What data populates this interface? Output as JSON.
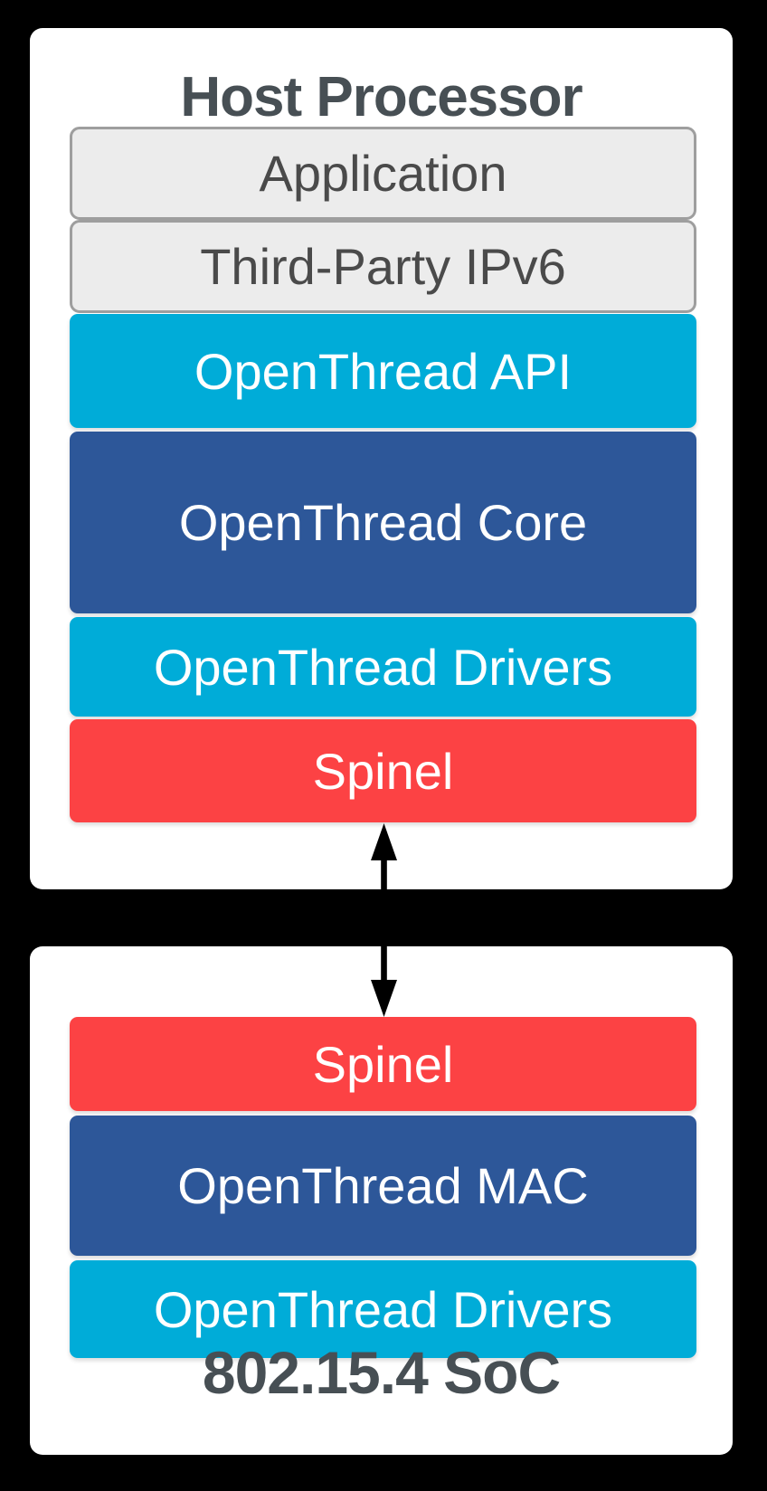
{
  "diagram": {
    "host_card": {
      "title": "Host Processor",
      "layers": [
        {
          "label": "Application",
          "type": "gray"
        },
        {
          "label": "Third-Party IPv6",
          "type": "gray"
        },
        {
          "label": "OpenThread API",
          "type": "cyan"
        },
        {
          "label": "OpenThread Core",
          "type": "blue"
        },
        {
          "label": "OpenThread Drivers",
          "type": "cyan"
        },
        {
          "label": "Spinel",
          "type": "red"
        }
      ]
    },
    "connector": {
      "type": "double-headed-vertical-arrow",
      "connects": [
        "Spinel (Host Processor)",
        "Spinel (802.15.4 SoC)"
      ]
    },
    "soc_card": {
      "title": "802.15.4 SoC",
      "layers": [
        {
          "label": "Spinel",
          "type": "red"
        },
        {
          "label": "OpenThread MAC",
          "type": "blue"
        },
        {
          "label": "OpenThread Drivers",
          "type": "cyan"
        }
      ]
    }
  },
  "colors": {
    "page_bg": "#000000",
    "card_bg": "#FFFFFF",
    "cyan": "#00ACD8",
    "blue": "#2D5799",
    "red": "#FC4244",
    "gray_fill": "#ECECEC",
    "gray_border": "#9E9E9E",
    "title_gray": "#474F54",
    "box_text_gray": "#4A4A4A",
    "arrow": "#000000"
  }
}
